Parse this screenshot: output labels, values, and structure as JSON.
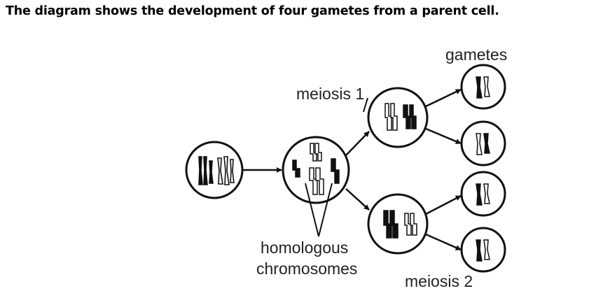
{
  "title": "The diagram shows the development of four gametes from a parent cell.",
  "labels": {
    "meiosis1": "meiosis 1",
    "meiosis2": "meiosis 2",
    "gametes": "gametes",
    "homologous": "homologous",
    "chromosomes": "chromosomes"
  },
  "colors": {
    "ink": "#111111",
    "background": "#ffffff",
    "text": "#222222"
  }
}
